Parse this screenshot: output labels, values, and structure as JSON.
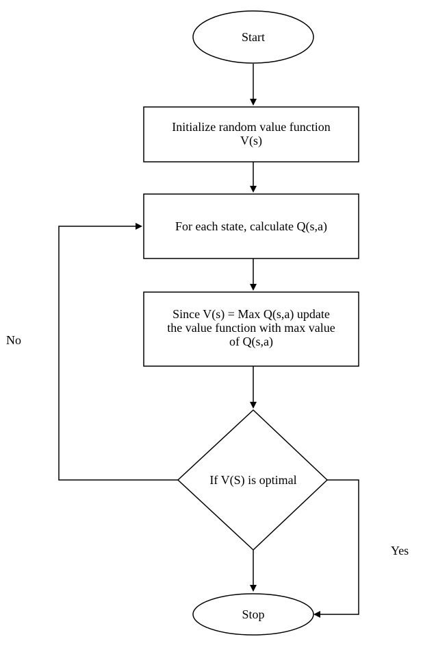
{
  "nodes": {
    "start": "Start",
    "init": [
      "Initialize random value function",
      "V(s)"
    ],
    "calc": "For each state, calculate Q(s,a)",
    "update": [
      "Since V(s) = Max Q(s,a) update",
      "the value function with max value",
      "of Q(s,a)"
    ],
    "decision": "If V(S) is optimal",
    "stop": "Stop"
  },
  "edges": {
    "no_label": "No",
    "yes_label": "Yes"
  }
}
